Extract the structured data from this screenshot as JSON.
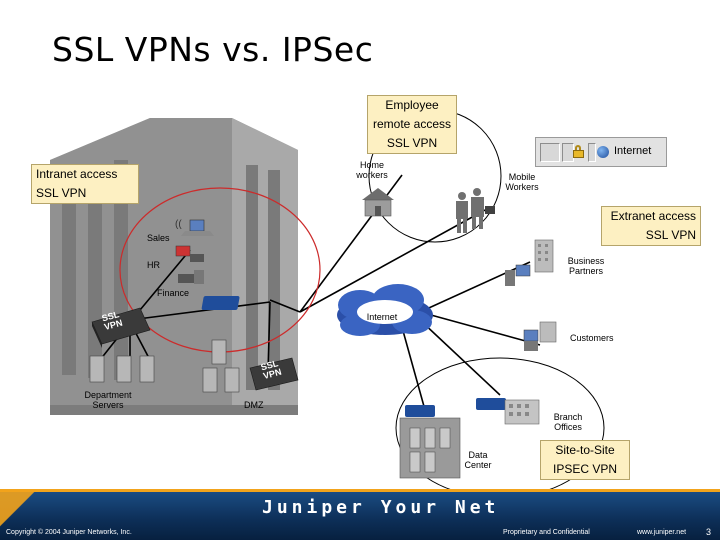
{
  "title": "SSL VPNs vs. IPSec",
  "callouts": {
    "employee": [
      "Employee",
      "remote access",
      "SSL VPN"
    ],
    "intranet": [
      "Intranet access",
      "SSL VPN"
    ],
    "extranet": [
      "Extranet access",
      "SSL VPN"
    ],
    "site": [
      "Site-to-Site",
      "IPSEC VPN"
    ]
  },
  "browser": {
    "label": "Internet"
  },
  "labels": {
    "home_workers": [
      "Home",
      "workers"
    ],
    "mobile_workers": [
      "Mobile",
      "Workers"
    ],
    "sales": "Sales",
    "hr": "HR",
    "finance": "Finance",
    "business_partners": [
      "Business",
      "Partners"
    ],
    "internet": "Internet",
    "customers": "Customers",
    "department_servers": [
      "Department",
      "Servers"
    ],
    "dmz": "DMZ",
    "branch_offices": [
      "Branch",
      "Offices"
    ],
    "data_center": [
      "Data",
      "Center"
    ]
  },
  "device_text": {
    "ssl": "SSL",
    "vpn": "VPN"
  },
  "footer": {
    "copyright": "Copyright © 2004 Juniper Networks, Inc.",
    "logo": "Juniper Your Net",
    "confidential": "Proprietary and Confidential",
    "url": "www.juniper.net",
    "page": "3"
  },
  "colors": {
    "accent": "#f2a31b",
    "footer_bg": "#0d2f58",
    "callout_bg": "#fdf0c2",
    "ring_red": "#cc2b2b",
    "building": "#9a9a9a"
  }
}
